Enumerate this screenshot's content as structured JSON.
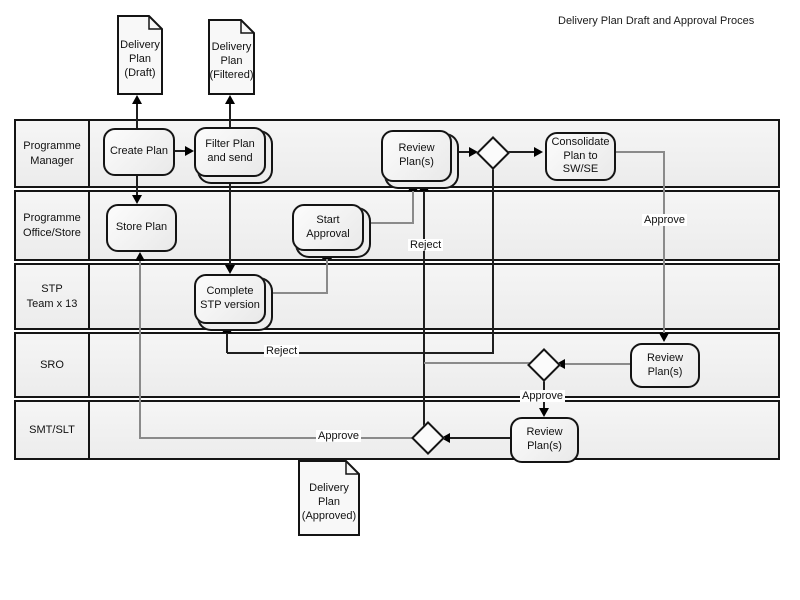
{
  "title": "Delivery Plan Draft and Approval Proces",
  "lanes": [
    {
      "lines": [
        "Programme",
        "Manager"
      ]
    },
    {
      "lines": [
        "Programme",
        "Office/Store"
      ]
    },
    {
      "lines": [
        "STP",
        "Team x 13"
      ]
    },
    {
      "lines": [
        "SRO"
      ]
    },
    {
      "lines": [
        "SMT/SLT"
      ]
    }
  ],
  "documents": {
    "draft": {
      "lines": [
        "Delivery",
        "Plan",
        "(Draft)"
      ]
    },
    "filtered": {
      "lines": [
        "Delivery",
        "Plan",
        "(Filtered)"
      ]
    },
    "approved": {
      "lines": [
        "Delivery",
        "Plan",
        "(Approved)"
      ]
    }
  },
  "nodes": {
    "create_plan": {
      "lines": [
        "Create Plan"
      ]
    },
    "filter_plan": {
      "lines": [
        "Filter Plan",
        "and send"
      ]
    },
    "review_plans_pm": {
      "lines": [
        "Review",
        "Plan(s)"
      ]
    },
    "consolidate": {
      "lines": [
        "Consolidate",
        "Plan to",
        "SW/SE"
      ]
    },
    "store_plan": {
      "lines": [
        "Store Plan"
      ]
    },
    "start_approval": {
      "lines": [
        "Start",
        "Approval"
      ]
    },
    "complete_stp": {
      "lines": [
        "Complete",
        "STP version"
      ]
    },
    "review_plans_sro": {
      "lines": [
        "Review",
        "Plan(s)"
      ]
    },
    "review_plans_smt": {
      "lines": [
        "Review",
        "Plan(s)"
      ]
    }
  },
  "edge_labels": {
    "approve_consolidate_to_sro": "Approve",
    "reject_to_review_pm": "Reject",
    "reject_to_complete_stp": "Reject",
    "approve_sro_to_smt": "Approve",
    "approve_smt_to_store": "Approve"
  },
  "colors": {
    "line_black": "#1f1f1f",
    "line_gray": "#8a8a8a",
    "lane_fill": "#f0f0f0",
    "node_fill": "#ececec",
    "border": "#141414",
    "background": "#ffffff"
  }
}
